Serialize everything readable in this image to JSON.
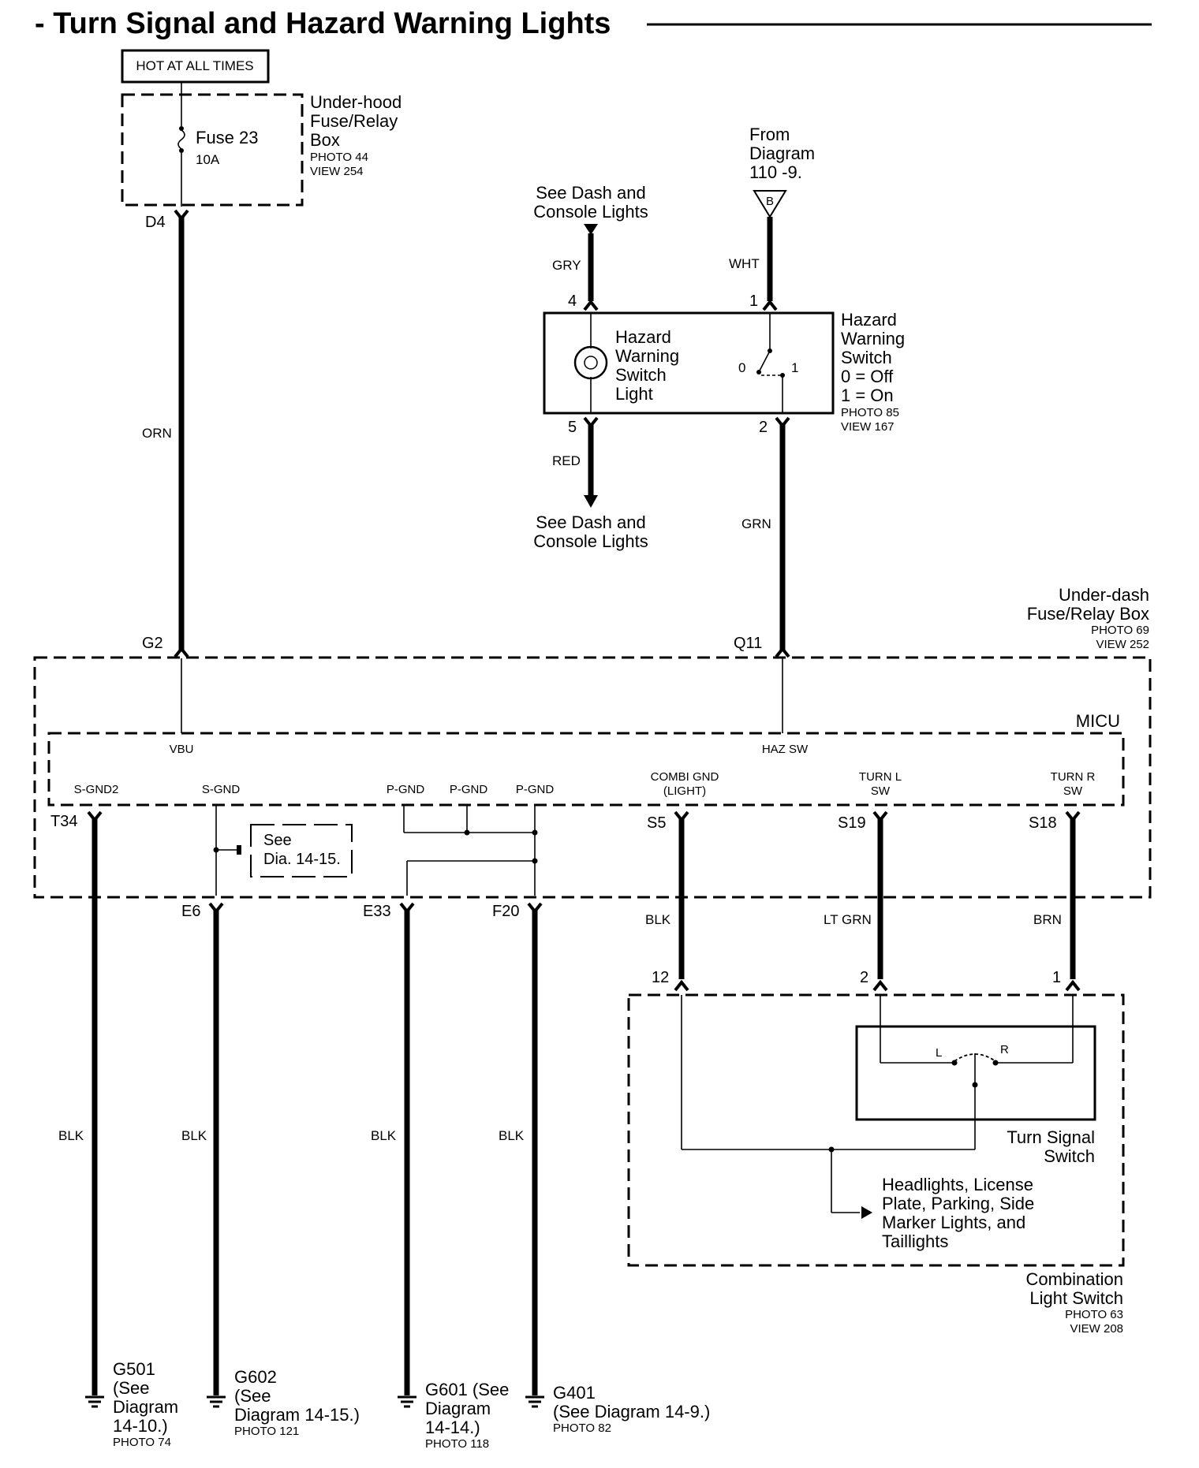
{
  "title": "- Turn Signal and Hazard Warning Lights",
  "power": {
    "hot_label": "HOT AT ALL TIMES",
    "fuse_name": "Fuse 23",
    "fuse_rating": "10A",
    "box": [
      "Under-hood",
      "Fuse/Relay",
      "Box"
    ],
    "photo": "PHOTO 44",
    "view": "VIEW 254"
  },
  "connectors": {
    "d4": "D4",
    "g2": "G2",
    "q11": "Q11",
    "t34": "T34",
    "e6": "E6",
    "e33": "E33",
    "f20": "F20",
    "s5": "S5",
    "s19": "S19",
    "s18": "S18"
  },
  "wires": {
    "orn": "ORN",
    "gry": "GRY",
    "wht": "WHT",
    "red": "RED",
    "grn": "GRN",
    "blk": "BLK",
    "lt_grn": "LT GRN",
    "brn": "BRN"
  },
  "hazard": {
    "see_top": [
      "See Dash and",
      "Console Lights"
    ],
    "see_bottom": [
      "See Dash and",
      "Console Lights"
    ],
    "from_diagram": [
      "From",
      "Diagram",
      "110 -9."
    ],
    "from_letter": "B",
    "light_label": [
      "Hazard",
      "Warning",
      "Switch",
      "Light"
    ],
    "switch_label": [
      "Hazard",
      "Warning",
      "Switch",
      "0 = Off",
      "1 = On"
    ],
    "photo": "PHOTO 85",
    "view": "VIEW 167",
    "pos_off": "0",
    "pos_on": "1",
    "pins": {
      "p4": "4",
      "p1": "1",
      "p5": "5",
      "p2": "2"
    }
  },
  "underdash": {
    "label": [
      "Under-dash",
      "Fuse/Relay Box"
    ],
    "photo": "PHOTO 69",
    "view": "VIEW 252"
  },
  "micu": {
    "label": "MICU",
    "vbu": "VBU",
    "haz_sw": "HAZ SW",
    "s_gnd2": "S-GND2",
    "s_gnd": "S-GND",
    "p_gnd": "P-GND",
    "combi_gnd": [
      "COMBI GND",
      "(LIGHT)"
    ],
    "turn_l": [
      "TURN L",
      "SW"
    ],
    "turn_r": [
      "TURN R",
      "SW"
    ],
    "see_dia": [
      "See",
      "Dia. 14-15."
    ]
  },
  "combination": {
    "pins": {
      "p12": "12",
      "p2": "2",
      "p1": "1"
    },
    "l": "L",
    "r": "R",
    "turn_switch": [
      "Turn Signal",
      "Switch"
    ],
    "lights": [
      "Headlights, License",
      "Plate, Parking, Side",
      "Marker Lights, and",
      "Taillights"
    ],
    "label": [
      "Combination",
      "Light Switch"
    ],
    "photo": "PHOTO 63",
    "view": "VIEW 208"
  },
  "grounds": {
    "g501": {
      "lines": [
        "G501",
        "(See",
        "Diagram",
        "14-10.)"
      ],
      "photo": "PHOTO 74"
    },
    "g602": {
      "lines": [
        "G602",
        "(See",
        "Diagram 14-15.)"
      ],
      "photo": "PHOTO 121"
    },
    "g601": {
      "lines": [
        "G601 (See",
        "Diagram",
        "14-14.)"
      ],
      "photo": "PHOTO 118"
    },
    "g401": {
      "lines": [
        "G401",
        "(See Diagram 14-9.)"
      ],
      "photo": "PHOTO 82"
    }
  }
}
